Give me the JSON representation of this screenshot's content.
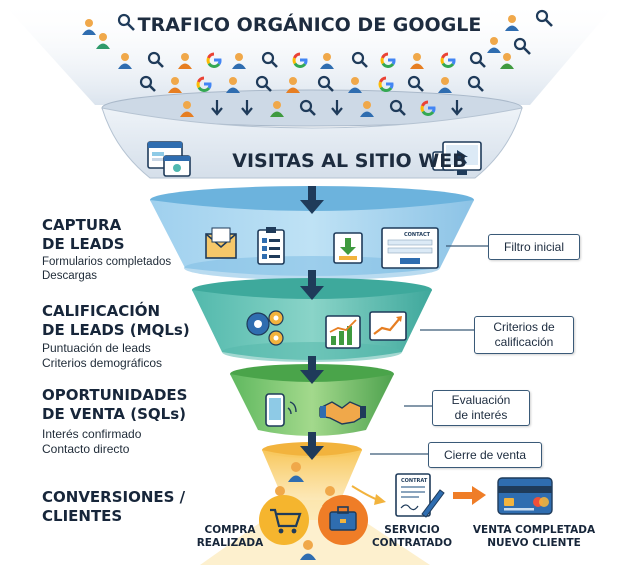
{
  "header": {
    "title": "TRAFICO ORGÁNICO DE GOOGLE",
    "visits": "VISITAS AL SITIO WEB"
  },
  "stages": [
    {
      "title_1": "CAPTURA",
      "title_2": "DE LEADS",
      "sub_1": "Formularios completados",
      "sub_2": "Descargas",
      "callout": "Filtro inicial",
      "color": "#8ecae6"
    },
    {
      "title_1": "CALIFICACIÓN",
      "title_2": "DE LEADS (MQLs)",
      "sub_1": "Puntuación de leads",
      "sub_2": "Criterios demográficos",
      "callout_1": "Criterios de",
      "callout_2": "calificación",
      "color": "#4fb8b0"
    },
    {
      "title_1": "OPORTUNIDADES",
      "title_2": "DE VENTA (SQLs)",
      "sub_1": "Interés confirmado",
      "sub_2": "Contacto directo",
      "callout_1": "Evaluación",
      "callout_2": "de interés",
      "color": "#5cb85c"
    },
    {
      "title_1": "CONVERSIONES /",
      "title_2": "CLIENTES",
      "callout": "Cierre de venta",
      "color": "#f7c45a"
    }
  ],
  "outcomes": {
    "compra_1": "COMPRA",
    "compra_2": "REALIZADA",
    "servicio_1": "SERVICIO",
    "servicio_2": "CONTRATADO",
    "venta_1": "VENTA COMPLETADA",
    "venta_2": "NUEVO CLIENTE"
  },
  "document_labels": {
    "contact": "CONTACT",
    "contrat": "CONTRAT"
  },
  "icons": [
    "user-icon",
    "search-icon",
    "google-g-icon",
    "browser-window-icon",
    "monitor-icon",
    "envelope-icon",
    "checklist-icon",
    "download-icon",
    "contact-form-icon",
    "gears-icon",
    "growth-chart-icon",
    "phone-icon",
    "handshake-icon",
    "shopping-cart-icon",
    "briefcase-icon",
    "contract-icon",
    "credit-card-icon"
  ]
}
